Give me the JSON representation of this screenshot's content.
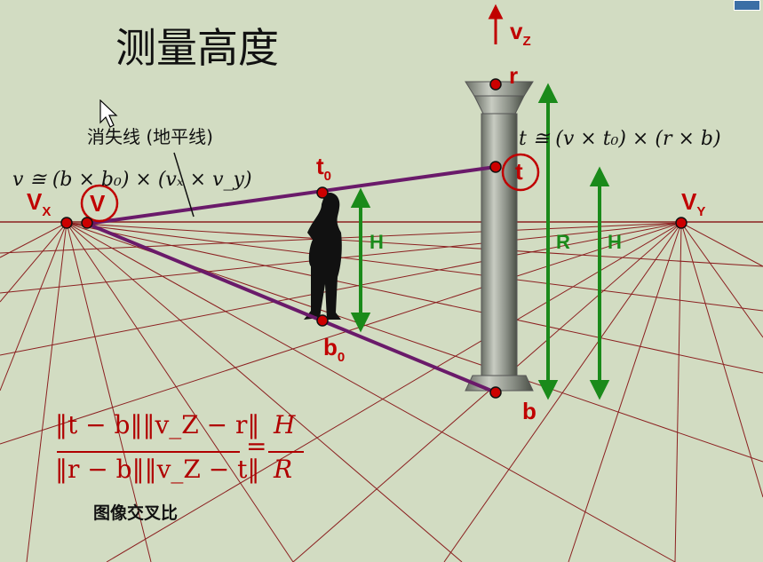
{
  "title": "测量高度",
  "horizon_caption": "消失线 (地平线)",
  "v_formula": "v ≅ (b × b₀) × (vₓ × v_y)",
  "t_formula": "t ≅ (v × t₀) × (r × b)",
  "labels": {
    "vz": "v",
    "vz_sub": "Z",
    "r": "r",
    "vx": "V",
    "vx_sub": "X",
    "v": "V",
    "vy": "V",
    "vy_sub": "Y",
    "t0": "t",
    "t0_sub": "0",
    "b0": "b",
    "b0_sub": "0",
    "t": "t",
    "b": "b",
    "H_left": "H",
    "R": "R",
    "H_right": "H"
  },
  "cross_ratio_formula": {
    "numerator": "‖t − b‖‖v_Z − r‖",
    "denominator": "‖r − b‖‖v_Z − t‖",
    "equals": "=",
    "rhs_numerator": "H",
    "rhs_denominator": "R"
  },
  "cross_ratio_caption": "图像交叉比",
  "colors": {
    "background": "#d2dcc2",
    "grid": "#8b2020",
    "line": "#6a1a6a",
    "green": "#1a8a1a",
    "red": "#c00000"
  }
}
